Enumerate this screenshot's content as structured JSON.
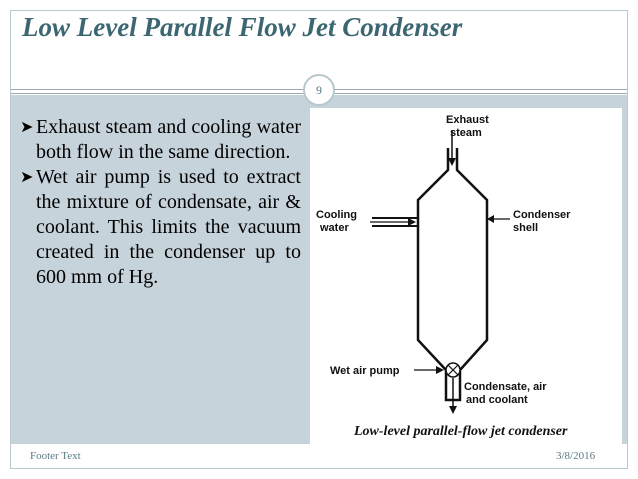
{
  "slide": {
    "title": "Low Level Parallel Flow Jet Condenser",
    "page_number": "9",
    "bullets": [
      "Exhaust steam and cooling water both flow in the same direction.",
      "Wet air pump is used to extract the mixture of condensate, air & coolant. This limits the vacuum created in the condenser up to 600 mm of Hg."
    ],
    "footer_text": "Footer Text",
    "date": "3/8/2016"
  },
  "diagram": {
    "exhaust_label_1": "Exhaust",
    "exhaust_label_2": "steam",
    "cooling_label_1": "Cooling",
    "cooling_label_2": "water",
    "condenser_label_1": "Condenser",
    "condenser_label_2": "shell",
    "pump_label": "Wet air pump",
    "outlet_label_1": "Condensate, air",
    "outlet_label_2": "and coolant",
    "caption": "Low-level parallel-flow jet condenser"
  }
}
